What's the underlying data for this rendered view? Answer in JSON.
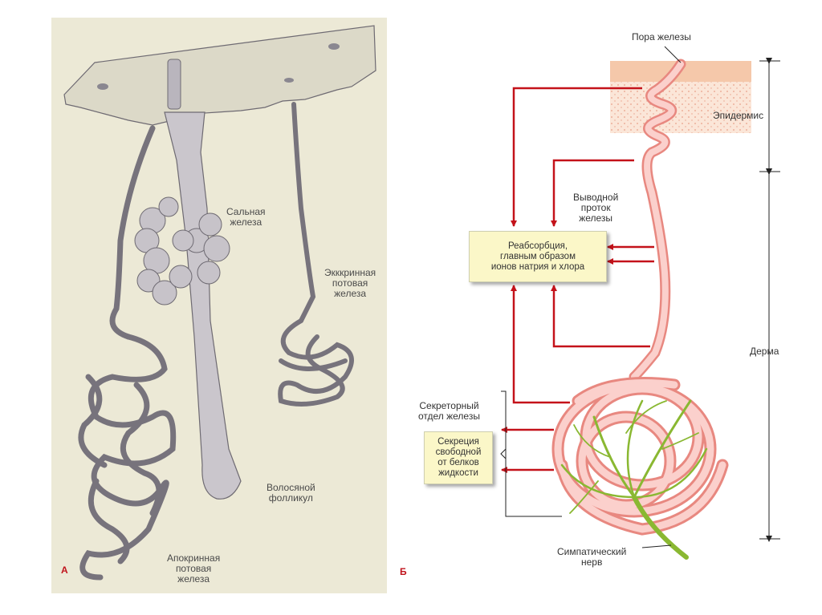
{
  "panel_a": {
    "letter": "А",
    "labels": {
      "sebaceous_gland": "Сальная\nжелеза",
      "eccrine_gland": "Экккринная\nпотовая\nжелеза",
      "hair_follicle": "Волосяной\nфолликул",
      "apocrine_gland": "Апокринная\nпотовая\nжелеза"
    },
    "colors": {
      "background": "#ece9d6",
      "drawing": "#8a8790"
    }
  },
  "panel_b": {
    "letter": "Б",
    "labels": {
      "gland_pore": "Пора железы",
      "epidermis": "Эпидермис",
      "excretory_duct": "Выводной\nпроток\nжелезы",
      "dermis": "Дерма",
      "secretory_part": "Секреторный\nотдел железы",
      "sympathetic_nerve": "Симпатический\nнерв"
    },
    "boxes": {
      "reabsorption": "Реабсорбция,\nглавным образом\nионов натрия и хлора",
      "secretion": "Секреция\nсвободной\nот белков\nжидкости"
    },
    "colors": {
      "arrow": "#c4121a",
      "duct": "#f4a0a0",
      "nerve": "#8ab832",
      "box": "#fbf7c8",
      "skin": "#f7d3b8"
    }
  }
}
